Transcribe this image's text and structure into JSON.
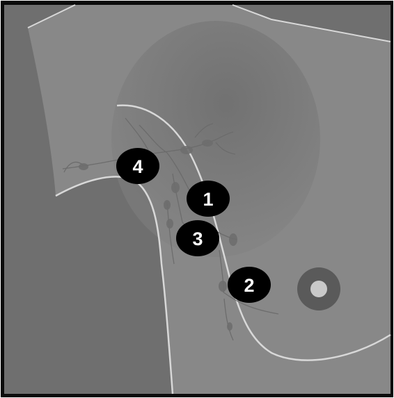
{
  "colors": {
    "frame": "#0b0b0b",
    "background": "#6f6f6f",
    "body_silhouette": "#858585",
    "outline": "#d8d8d8",
    "lymph_structures": "#777777",
    "marker_fill": "#000000",
    "marker_text": "#ffffff",
    "areola": "#5a5a5a",
    "nipple": "#c9c9c9"
  },
  "markers": [
    {
      "id": "1",
      "label": "1"
    },
    {
      "id": "2",
      "label": "2"
    },
    {
      "id": "3",
      "label": "3"
    },
    {
      "id": "4",
      "label": "4"
    }
  ]
}
